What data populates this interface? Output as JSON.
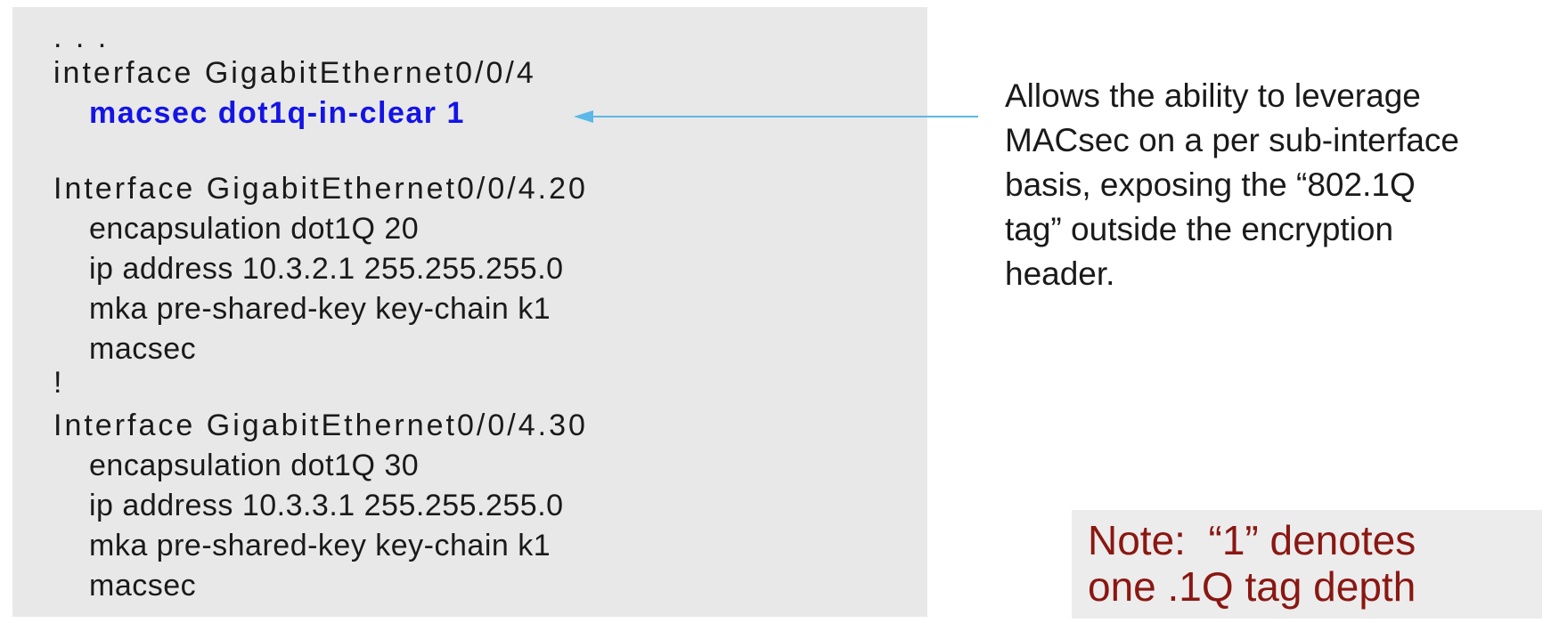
{
  "code": {
    "ellipsis": ". . .",
    "lines": [
      "interface GigabitEthernet0/0/4",
      "macsec dot1q-in-clear 1",
      "Interface GigabitEthernet0/0/4.20",
      "encapsulation dot1Q 20",
      "ip address 10.3.2.1 255.255.255.0",
      "mka pre-shared-key key-chain k1",
      "macsec",
      "!",
      "Interface GigabitEthernet0/0/4.30",
      "encapsulation dot1Q 30",
      "ip address 10.3.3.1 255.255.255.0",
      "mka pre-shared-key key-chain k1",
      "macsec"
    ],
    "highlight_color": "#1414e6"
  },
  "callout": {
    "lines": [
      "Allows the ability to leverage",
      "MACsec on a per sub-interface",
      "basis, exposing the “802.1Q",
      "tag” outside the encryption",
      "header."
    ],
    "arrow_color": "#5cb8e6"
  },
  "note": {
    "lines": [
      "Note:  “1” denotes",
      "one .1Q tag depth"
    ],
    "text_color": "#8a1712"
  }
}
